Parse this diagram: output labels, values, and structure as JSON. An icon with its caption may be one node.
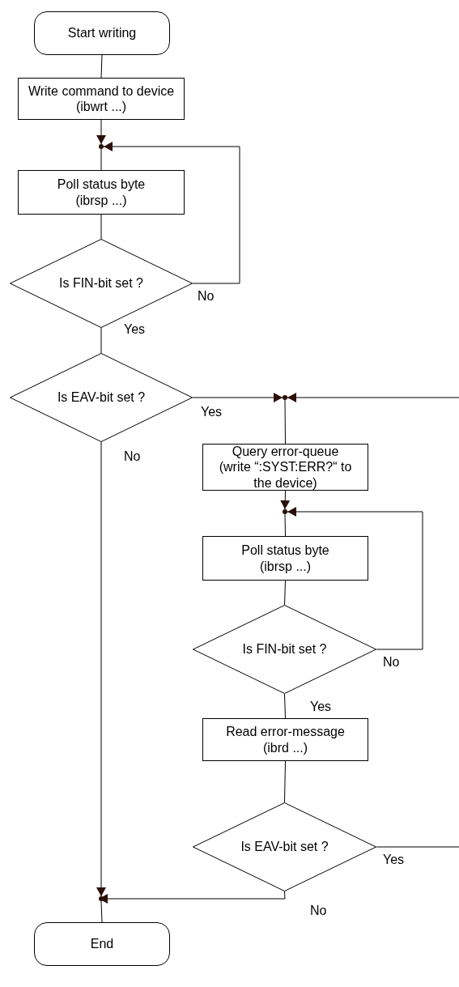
{
  "diagram": {
    "nodes": [
      {
        "text": [
          "Start writing"
        ]
      },
      {
        "text": [
          "Write command to device (ibwrt ...)"
        ]
      },
      {
        "text": [],
        "shape": "circle"
      },
      {
        "text": [
          "Poll status byte (ibrsp ...)"
        ]
      },
      {
        "text": [
          "Is FIN-bit set ?"
        ]
      },
      {
        "text": [
          "Is EAV-bit set ?"
        ]
      },
      {
        "text": [],
        "shape": "circle"
      },
      {
        "text": [
          "Query error-queue (write “:SYST:ERR?“ to the device)"
        ]
      },
      {
        "text": [],
        "shape": "circle"
      },
      {
        "text": [
          "Poll status byte (ibrsp ...)"
        ]
      },
      {
        "text": [
          "Is FIN-bit set ?"
        ]
      },
      {
        "text": [
          "Read error-message (ibrd ...)"
        ]
      },
      {
        "text": [
          "Is EAV-bit set ?"
        ]
      },
      {
        "text": [],
        "shape": "circle"
      },
      {
        "text": [
          "End"
        ]
      }
    ],
    "edges": [
      {
        "from": 0,
        "to": 1,
        "arrow": "none"
      },
      {
        "from": 1,
        "to": 2,
        "arrow": "to"
      },
      {
        "from": 2,
        "to": 3,
        "arrow": "none"
      },
      {
        "from": 3,
        "to": 4,
        "arrow": "none"
      },
      {
        "from": 4,
        "to": 2,
        "arrow": "to",
        "label": "No"
      },
      {
        "from": 4,
        "to": 5,
        "arrow": "none",
        "label": "Yes"
      },
      {
        "from": 5,
        "to": 6,
        "arrow": "to",
        "label": "Yes"
      },
      {
        "from": 5,
        "to": 13,
        "arrow": "to",
        "label": "No"
      },
      {
        "from": 6,
        "to": 7,
        "arrow": "none"
      },
      {
        "from": 7,
        "to": 8,
        "arrow": "to"
      },
      {
        "from": 8,
        "to": 9,
        "arrow": "none"
      },
      {
        "from": 9,
        "to": 10,
        "arrow": "none"
      },
      {
        "from": 10,
        "to": 8,
        "arrow": "to",
        "label": "No"
      },
      {
        "from": 10,
        "to": 11,
        "arrow": "none",
        "label": "Yes"
      },
      {
        "from": 11,
        "to": 12,
        "arrow": "none"
      },
      {
        "from": 12,
        "to": null,
        "arrow": "none",
        "label": "Yes"
      },
      {
        "from": null,
        "to": 6,
        "arrow": "to"
      },
      {
        "from": 12,
        "to": 13,
        "arrow": "to",
        "label": "No"
      },
      {
        "from": 13,
        "to": 14,
        "arrow": "none"
      }
    ]
  }
}
